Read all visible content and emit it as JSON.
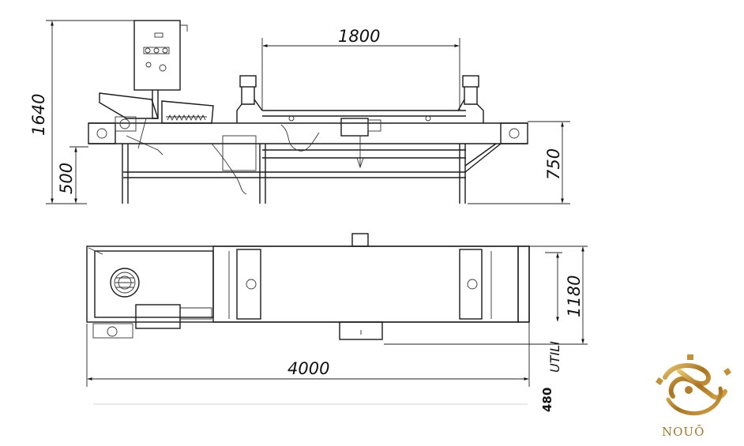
{
  "dimensions": {
    "width_top": "1800",
    "height_total": "1640",
    "height_left_low": "500",
    "height_right": "750",
    "length_total": "4000",
    "width_plan": "1180",
    "utili_label": "UTILI",
    "utili_value": "480"
  },
  "logo": {
    "text": "NOUŌ",
    "color": "#b07a22"
  }
}
